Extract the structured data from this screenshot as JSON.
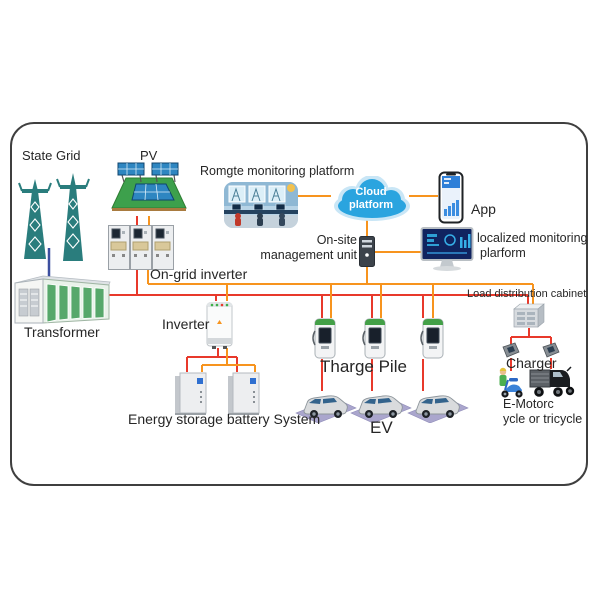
{
  "labels": {
    "state_grid": "State Grid",
    "pv": "PV",
    "remote_monitoring": "Romgte monitoring platform",
    "cloud_platform": "Cloud platform",
    "app": "App",
    "onsite_line1": "On-site",
    "onsite_line2": "management unit",
    "localized_line1": "localized monitoring",
    "localized_line2": "plarform",
    "ongrid_inverter": "On-grid inverter",
    "transformer": "Transformer",
    "inverter": "Inverter",
    "energy_storage": "Energy storage battery System",
    "charge_pile": "Tharge Pile",
    "ev": "EV",
    "load_cabinet": "Load distribution cabinet",
    "charger": "Charger",
    "emotorcycle_line1": "E-Motorc",
    "emotorcycle_line2": "ycle or tricycle"
  },
  "colors": {
    "ac-line-red": "#e8392b",
    "comm-line-orange": "#f7941e",
    "grid-line-blue": "#3c4f9f",
    "tower-teal": "#2a7d7d",
    "cloud-blue": "#2aa4df",
    "label-text": "#262626"
  },
  "icons": [
    "transmission-towers-icon",
    "solar-pv-icon",
    "grid-cabinets-icon",
    "transformer-building-icon",
    "control-room-icon",
    "cloud-icon",
    "smartphone-icon",
    "server-icon",
    "monitor-icon",
    "inverter-icon",
    "battery-cabinet-icon",
    "charge-pile-icon",
    "ev-car-icon",
    "load-cabinet-icon",
    "wall-charger-icon",
    "scooter-icon",
    "tricycle-icon"
  ]
}
